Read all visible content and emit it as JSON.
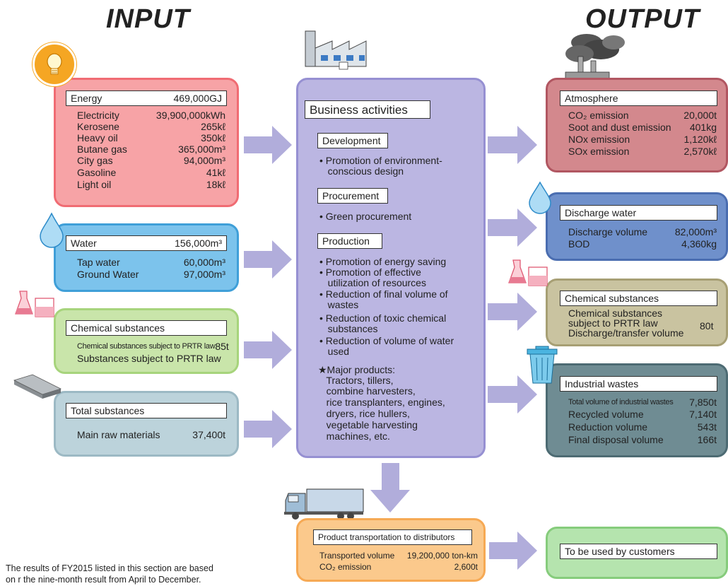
{
  "titles": {
    "input": "INPUT",
    "output": "OUTPUT"
  },
  "energy": {
    "title": "Energy",
    "total": "469,000GJ",
    "rows": [
      [
        "Electricity",
        "39,900,000kWh"
      ],
      [
        "Kerosene",
        "265kℓ"
      ],
      [
        "Heavy oil",
        "350kℓ"
      ],
      [
        "Butane gas",
        "365,000m³"
      ],
      [
        "City gas",
        "94,000m³"
      ],
      [
        "Gasoline",
        "41kℓ"
      ],
      [
        "Light oil",
        "18kℓ"
      ]
    ]
  },
  "water": {
    "title": "Water",
    "total": "156,000m³",
    "rows": [
      [
        "Tap water",
        "60,000m³"
      ],
      [
        "Ground Water",
        "97,000m³"
      ]
    ]
  },
  "chem_in": {
    "title": "Chemical substances",
    "line1_label": "Chemical substances subject to PRTR law",
    "line1_value": "85t",
    "line2": "Substances subject to PRTR law"
  },
  "total_sub": {
    "title": "Total substances",
    "label": "Main raw materials",
    "value": "37,400t"
  },
  "business": {
    "title": "Business activities",
    "dev_title": "Development",
    "dev_items": [
      "• Promotion of environment-",
      "   conscious design"
    ],
    "proc_title": "Procurement",
    "proc_items": [
      "• Green procurement"
    ],
    "prod_title": "Production",
    "prod_items": [
      "• Promotion of energy saving",
      "• Promotion of effective",
      "   utilization of resources",
      "• Reduction of final volume of",
      "   wastes",
      "• Reduction of toxic chemical",
      "   substances",
      "• Reduction of volume of water",
      "   used"
    ],
    "products": [
      "★Major products:",
      "   Tractors, tillers,",
      "   combine harvesters,",
      "   rice transplanters, engines,",
      "   dryers, rice hullers,",
      "   vegetable harvesting",
      "   machines, etc."
    ]
  },
  "atmos": {
    "title": "Atmosphere",
    "rows": [
      [
        "CO₂ emission",
        "20,000t"
      ],
      [
        "Soot and dust emission",
        "401kg"
      ],
      [
        "NOx emission",
        "1,120kℓ"
      ],
      [
        "SOx emission",
        "2,570kℓ"
      ]
    ]
  },
  "discharge": {
    "title": "Discharge water",
    "rows": [
      [
        "Discharge volume",
        "82,000m³"
      ],
      [
        "BOD",
        "4,360kg"
      ]
    ]
  },
  "chem_out": {
    "title": "Chemical substances",
    "line1": "Chemical substances",
    "line2": "subject to PRTR law",
    "line3": "Discharge/transfer volume",
    "value": "80t"
  },
  "wastes": {
    "title": "Industrial wastes",
    "first_label": "Total volume of industrial wastes",
    "first_value": "7,850t",
    "rows": [
      [
        "Recycled volume",
        "7,140t"
      ],
      [
        "Reduction volume",
        "543t"
      ],
      [
        "Final disposal volume",
        "166t"
      ]
    ]
  },
  "transport": {
    "title": "Product transportation to distributors",
    "rows": [
      [
        "Transported volume",
        "19,200,000 ton-km"
      ],
      [
        "CO₂ emission",
        "2,600t"
      ]
    ]
  },
  "customers": {
    "title": "To be used by customers"
  },
  "footnote": [
    "The results of FY2015 listed in this section are based",
    "on r the nine-month result from April to December."
  ],
  "colors": {
    "energy": "#f7a3a6",
    "water": "#7cc3ec",
    "chem_in": "#bfe09a",
    "total": "#bcd3db",
    "business": "#b8b2e0",
    "atmos": "#d98a8f",
    "discharge": "#6c8ec9",
    "chem_out": "#c9c39f",
    "wastes": "#6f8c93",
    "transport": "#fbc98c",
    "customers": "#b5e4ae",
    "arrow": "#b1addb"
  }
}
